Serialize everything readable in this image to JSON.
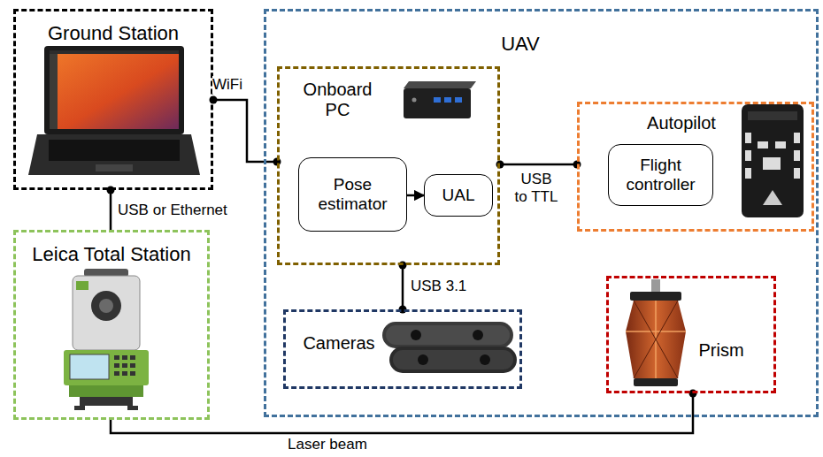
{
  "diagram": {
    "nodes": [
      {
        "text": [
          "Ground Station"
        ]
      },
      {
        "text": [
          "UAV"
        ]
      },
      {
        "text": [
          "Onboard PC"
        ],
        "in": 1
      },
      {
        "text": [
          "Pose estimator"
        ],
        "in": 2
      },
      {
        "text": [
          "UAL"
        ],
        "in": 2
      },
      {
        "text": [
          "Autopilot"
        ],
        "in": 1
      },
      {
        "text": [
          "Flight controller"
        ],
        "in": 5
      },
      {
        "text": [
          "Leica Total Station"
        ]
      },
      {
        "text": [
          "Cameras"
        ],
        "in": 1
      },
      {
        "text": [
          "Prism"
        ],
        "in": 1
      }
    ],
    "edges": [
      {
        "from": 0,
        "to": 2,
        "label": "WiFi",
        "arrow": "none"
      },
      {
        "from": 3,
        "to": 4,
        "arrow": "to"
      },
      {
        "from": 2,
        "to": 5,
        "label": "USB to TTL",
        "arrow": "none"
      },
      {
        "from": 0,
        "to": 7,
        "label": "USB or Ethernet",
        "arrow": "none"
      },
      {
        "from": 2,
        "to": 8,
        "label": "USB 3.1",
        "arrow": "none"
      },
      {
        "from": 7,
        "to": 9,
        "label": "Laser beam",
        "arrow": "none"
      }
    ]
  }
}
